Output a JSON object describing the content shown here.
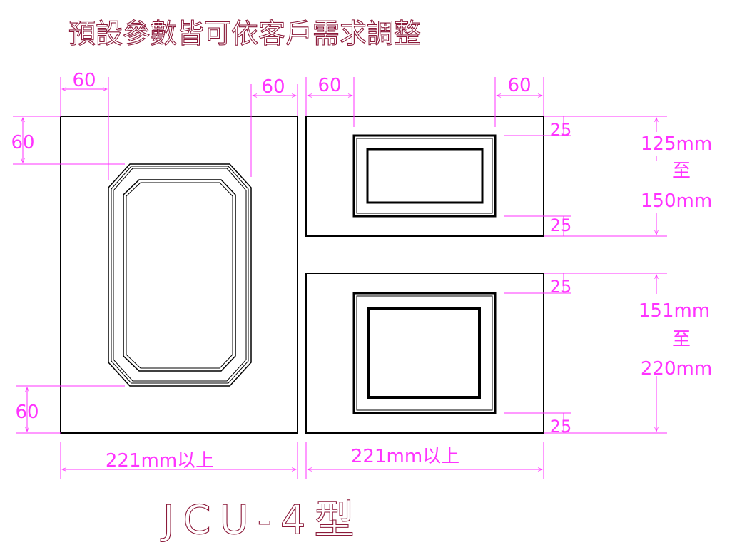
{
  "title": "預設參數皆可依客戶需求調整",
  "model_label": "JCU-4型",
  "left_panel": {
    "top_left_margin": "60",
    "top_right_margin": "60",
    "top_margin": "60",
    "bottom_margin": "60",
    "width_label": "221mm以上"
  },
  "right_top_panel": {
    "left_margin": "60",
    "right_margin": "60",
    "top_margin": "25",
    "bottom_margin": "25",
    "height_from": "125mm",
    "height_to_word": "至",
    "height_to": "150mm"
  },
  "right_bottom_panel": {
    "top_margin": "25",
    "bottom_margin": "25",
    "height_from": "151mm",
    "height_to_word": "至",
    "height_to": "220mm",
    "width_label": "221mm以上"
  },
  "colors": {
    "dimension": "#ff33ff",
    "outline_text": "#8b1a3a",
    "part": "#000000"
  }
}
